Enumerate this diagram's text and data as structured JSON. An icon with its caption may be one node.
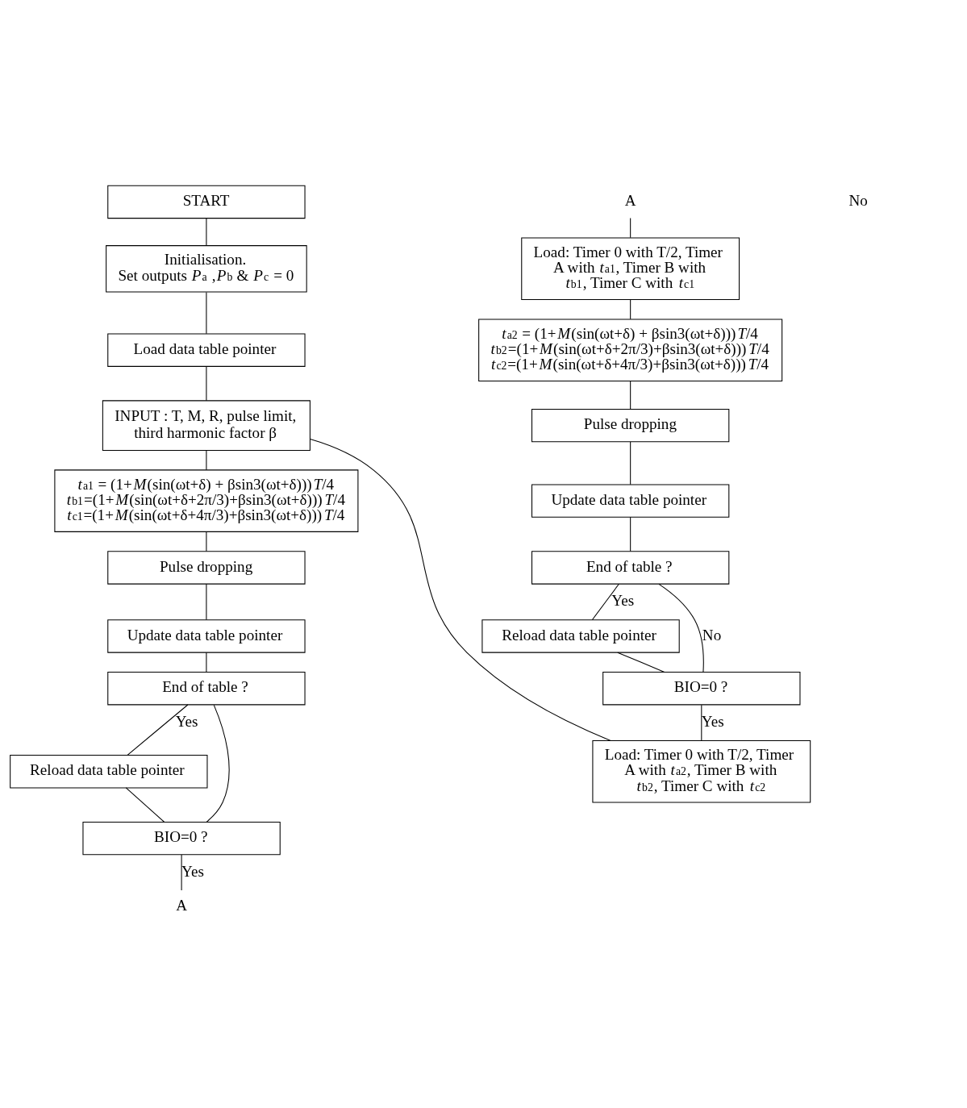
{
  "diagram": {
    "nodes": [
      {
        "text": [
          "START"
        ]
      },
      {
        "text": [
          "Initialisation.",
          "Set outputs *P*$_{a}$ ,*P*$_{b}$ & *P*$_{c}$ = 0"
        ]
      },
      {
        "text": [
          "Load data table pointer"
        ]
      },
      {
        "text": [
          "INPUT : T, M, R, pulse limit, third harmonic factor β"
        ]
      },
      {
        "text": [
          "*t*$_{a1}$ = (1+*M*(sin(ωt+δ) + βsin3(ωt+δ)))*T*/4",
          "*t*$_{b1}$=(1+*M*(sin(ωt+δ+2π/3)+βsin3(ωt+δ)))*T*/4",
          "*t*$_{c1}$=(1+*M*(sin(ωt+δ+4π/3)+βsin3(ωt+δ)))*T*/4"
        ]
      },
      {
        "text": [
          "Pulse dropping"
        ]
      },
      {
        "text": [
          "Update data table pointer"
        ]
      },
      {
        "text": [
          "End of table ?"
        ]
      },
      {
        "text": [
          "Reload data table pointer"
        ]
      },
      {
        "text": [
          "BIO=0 ?"
        ]
      },
      {
        "text": [
          "A"
        ]
      },
      {
        "text": [
          "A"
        ]
      },
      {
        "text": [
          "Load: Timer 0 with T/2, Timer A with *t*$_{a1}$, Timer B with *t*$_{b1}$, Timer C with *t*$_{c1}$"
        ]
      },
      {
        "text": [
          "*t*$_{a2}$ = (1+*M*(sin(ωt+δ) + βsin3(ωt+δ)))*T*/4",
          "*t*$_{b2}$=(1+*M*(sin(ωt+δ+2π/3)+βsin3(ωt+δ)))*T*/4",
          "*t*$_{c2}$=(1+*M*(sin(ωt+δ+4π/3)+βsin3(ωt+δ)))*T*/4"
        ]
      },
      {
        "text": [
          "Pulse dropping"
        ]
      },
      {
        "text": [
          "Update data table pointer"
        ]
      },
      {
        "text": [
          "End of table ?"
        ]
      },
      {
        "text": [
          "Reload data table pointer"
        ]
      },
      {
        "text": [
          "BIO=0 ?"
        ]
      },
      {
        "text": [
          "Load: Timer 0 with T/2, Timer A with *t*$_{a2}$, Timer B with *t*$_{b2}$, Timer C with *t*$_{c2}$"
        ]
      }
    ],
    "edges": [
      {
        "from": 0,
        "to": 1,
        "arrow": "none"
      },
      {
        "from": 1,
        "to": 2,
        "arrow": "none"
      },
      {
        "from": 2,
        "to": 3,
        "arrow": "none"
      },
      {
        "from": 3,
        "to": 4,
        "arrow": "none"
      },
      {
        "from": 4,
        "to": 5,
        "arrow": "none"
      },
      {
        "from": 5,
        "to": 6,
        "arrow": "none"
      },
      {
        "from": 6,
        "to": 7,
        "arrow": "none"
      },
      {
        "from": 7,
        "to": 8,
        "label": "Yes",
        "arrow": "none"
      },
      {
        "from": 8,
        "to": 9,
        "arrow": "none"
      },
      {
        "from": 7,
        "to": 9,
        "arrow": "none"
      },
      {
        "from": 9,
        "to": 10,
        "label": "Yes",
        "arrow": "none"
      },
      {
        "from": 11,
        "to": 12,
        "arrow": "none"
      },
      {
        "from": 12,
        "to": 13,
        "arrow": "none"
      },
      {
        "from": 13,
        "to": 14,
        "arrow": "none"
      },
      {
        "from": 14,
        "to": 15,
        "arrow": "none"
      },
      {
        "from": 15,
        "to": 16,
        "arrow": "none"
      },
      {
        "from": 16,
        "to": 17,
        "label": "Yes",
        "arrow": "none"
      },
      {
        "from": 17,
        "to": 18,
        "arrow": "none"
      },
      {
        "from": 16,
        "to": 18,
        "label": "No",
        "arrow": "none"
      },
      {
        "from": 18,
        "to": 19,
        "label": "Yes",
        "arrow": "none"
      },
      {
        "from": 19,
        "to": 3,
        "arrow": "none"
      }
    ],
    "labels": [
      "No"
    ]
  }
}
